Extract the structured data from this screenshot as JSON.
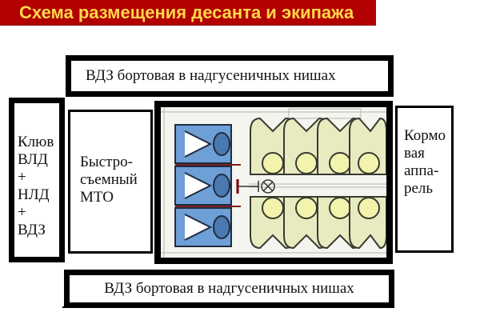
{
  "title": "Схема размещения десанта и экипажа",
  "colors": {
    "title_bg": "#b30000",
    "title_text": "#ffd84a",
    "crew_figure": "#5b8fc9",
    "troop_figure": "#eef0c4",
    "troop_head": "#f4f5b0"
  },
  "boxes": {
    "top_side": "ВДЗ бортовая в надгусеничных нишах",
    "bottom_side": "ВДЗ бортовая в надгусеничных нишах",
    "bow": {
      "lines": [
        "Клюв",
        "ВЛД",
        "+",
        "НЛД",
        "+",
        "ВДЗ"
      ]
    },
    "mto": {
      "lines": [
        "Быстро-",
        "съемный",
        "МТО"
      ]
    },
    "stern": {
      "lines": [
        "Кормо",
        "вая",
        "аппа-",
        "рель"
      ]
    }
  },
  "hull_plan": {
    "crew_count": 3,
    "troop_rows": 2,
    "troops_per_row": 4
  }
}
